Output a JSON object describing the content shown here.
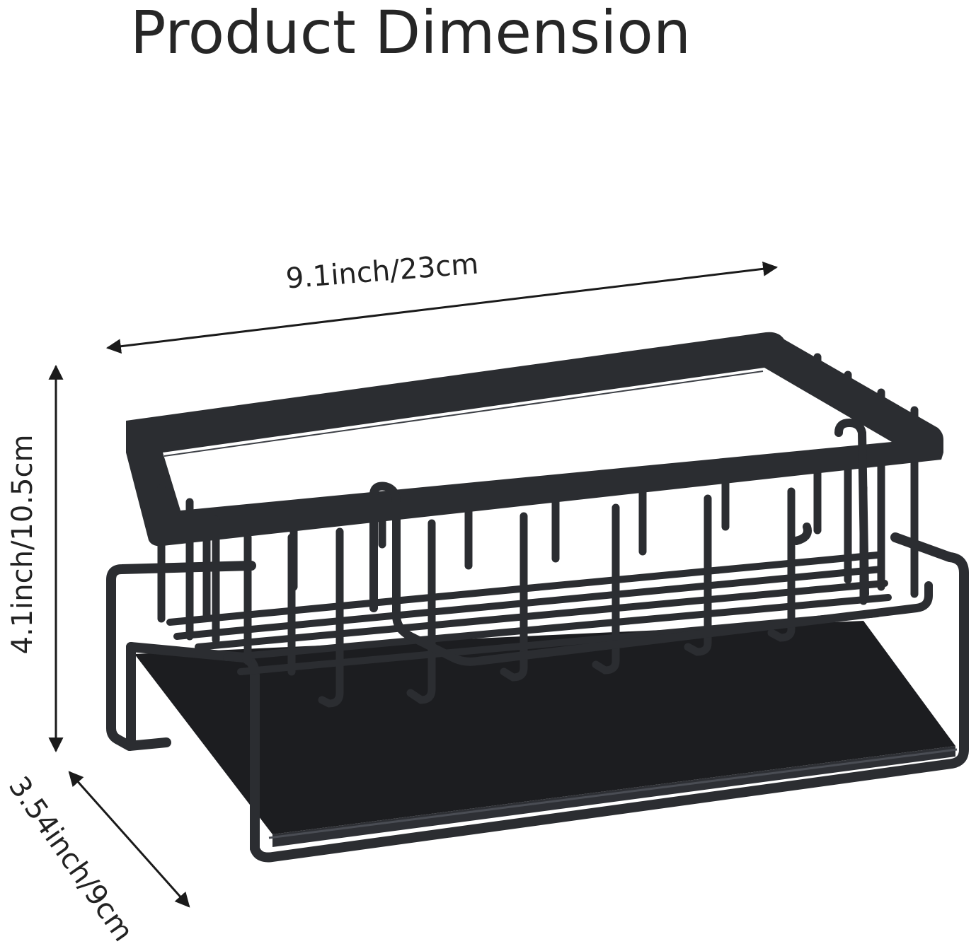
{
  "title": "Product Dimension",
  "dimensions": {
    "width_label": "9.1inch/23cm",
    "height_label": "4.1inch/10.5cm",
    "depth_label": "3.54inch/9cm"
  },
  "product": {
    "color": "#2b2d31",
    "tray_color": "#1c1d20"
  }
}
